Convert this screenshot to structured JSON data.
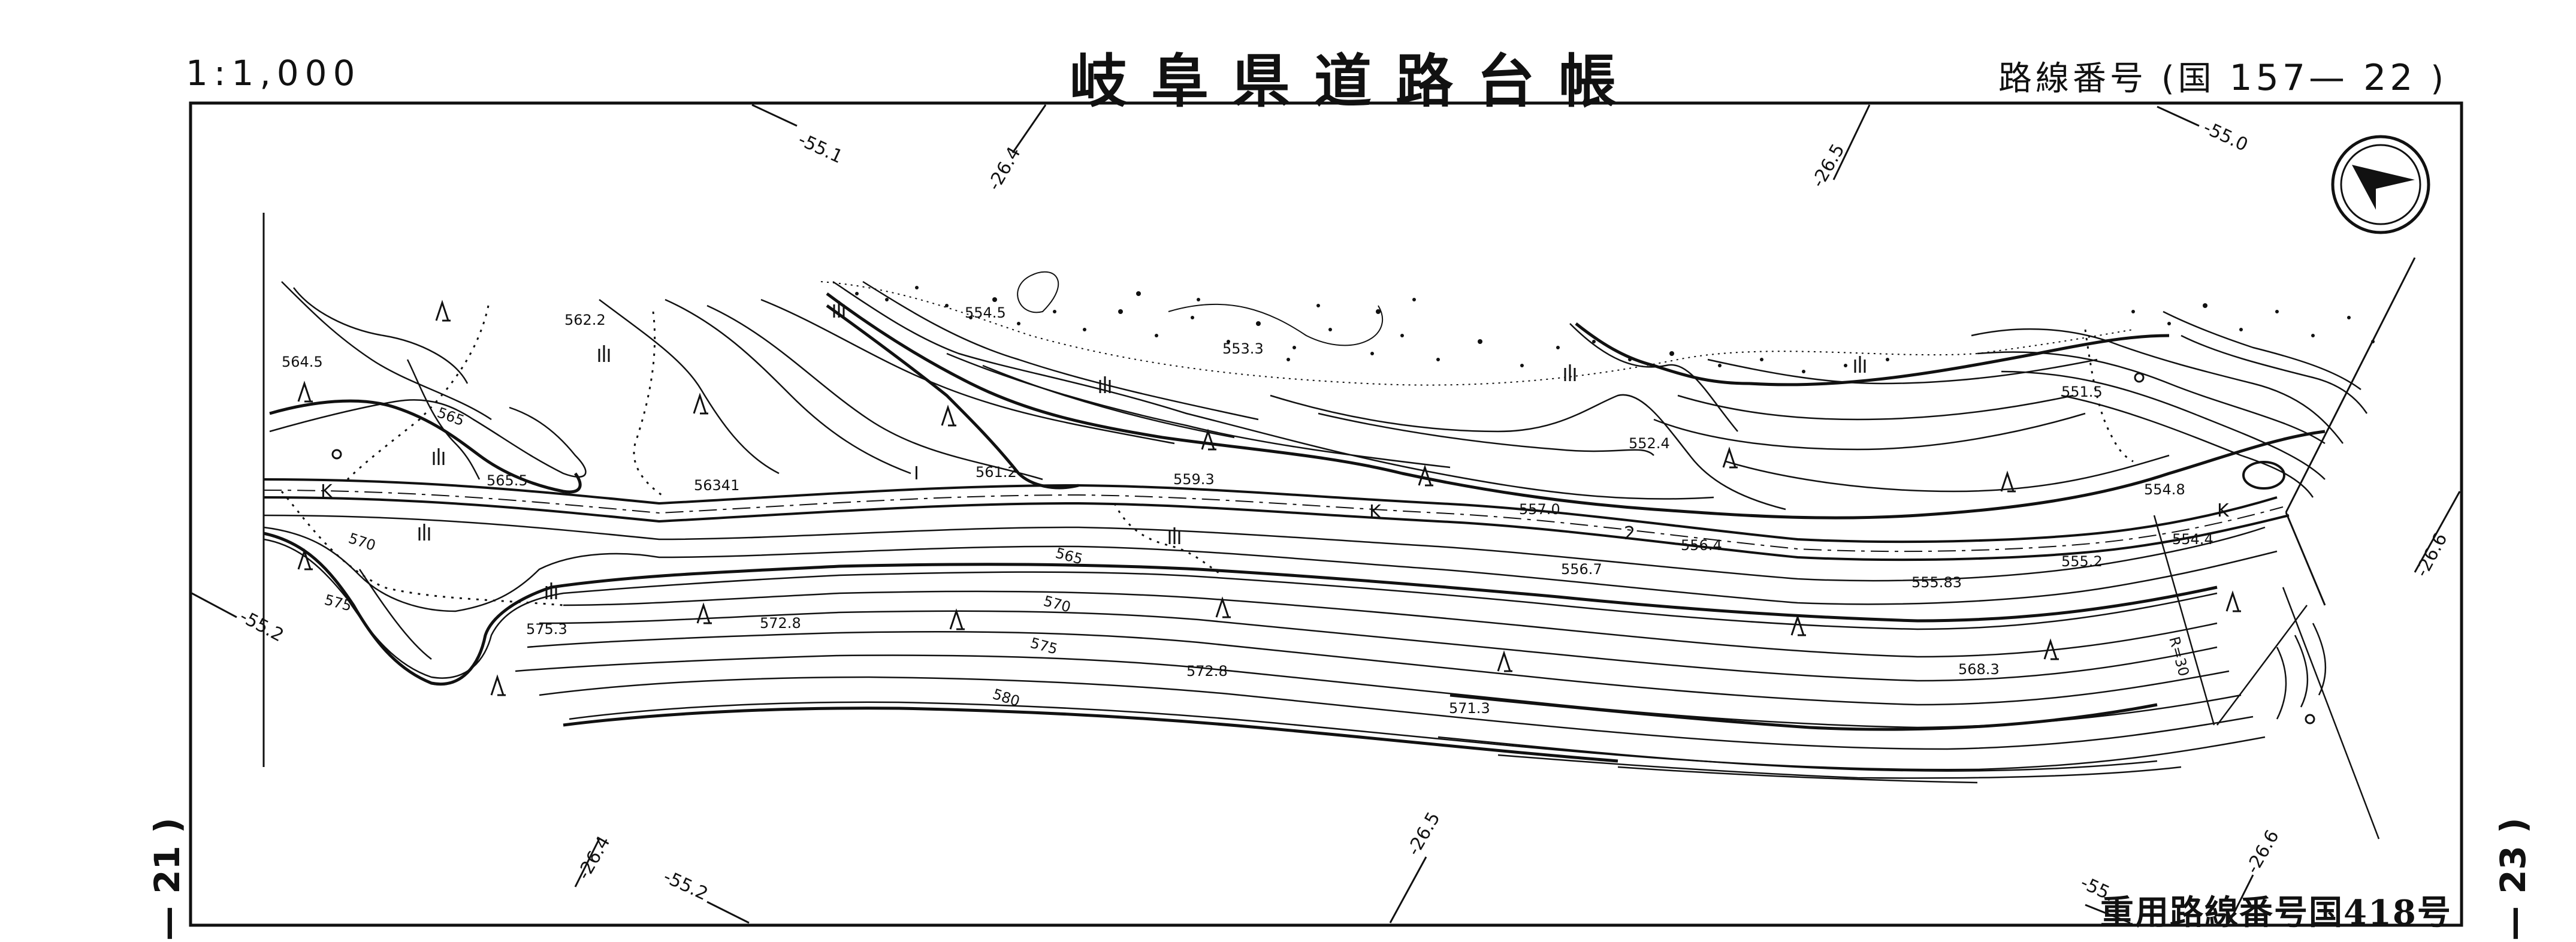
{
  "header": {
    "scale": "1:1,000",
    "title": "岐阜県道路台帳",
    "route_label": "路線番号",
    "route_paren_open": "(国",
    "route_number": "157— 22",
    "route_paren_close": ")"
  },
  "side": {
    "left_sheet": "— 21 )",
    "right_sheet": "— 23 )"
  },
  "overlap_route": "重用路線番号国418号",
  "grid_labels": {
    "top": [
      "-55.1",
      "-26.4",
      "-26.5",
      "-55.0"
    ],
    "bottom": [
      "-26.4",
      "-55.2",
      "-26.5",
      "-55.",
      "-26.6"
    ],
    "left": "-55.2",
    "right": "-26.6"
  },
  "road_markers": {
    "centerline_letter": "K",
    "stations": [
      "I",
      "2"
    ]
  },
  "radius_label": "R=30",
  "elevations": [
    "564.5",
    "562.2",
    "565",
    "565.5",
    "56341",
    "561.2",
    "559.3",
    "554.5",
    "553.3",
    "552.4",
    "551.5",
    "554.8",
    "557.0",
    "556.4",
    "554.4",
    "555.2",
    "555.83",
    "556.7",
    "570",
    "575",
    "575.3",
    "572.8",
    "565",
    "570",
    "575",
    "572.8",
    "580",
    "571.3",
    "568.3"
  ],
  "north_arrow": "north-arrow-icon"
}
